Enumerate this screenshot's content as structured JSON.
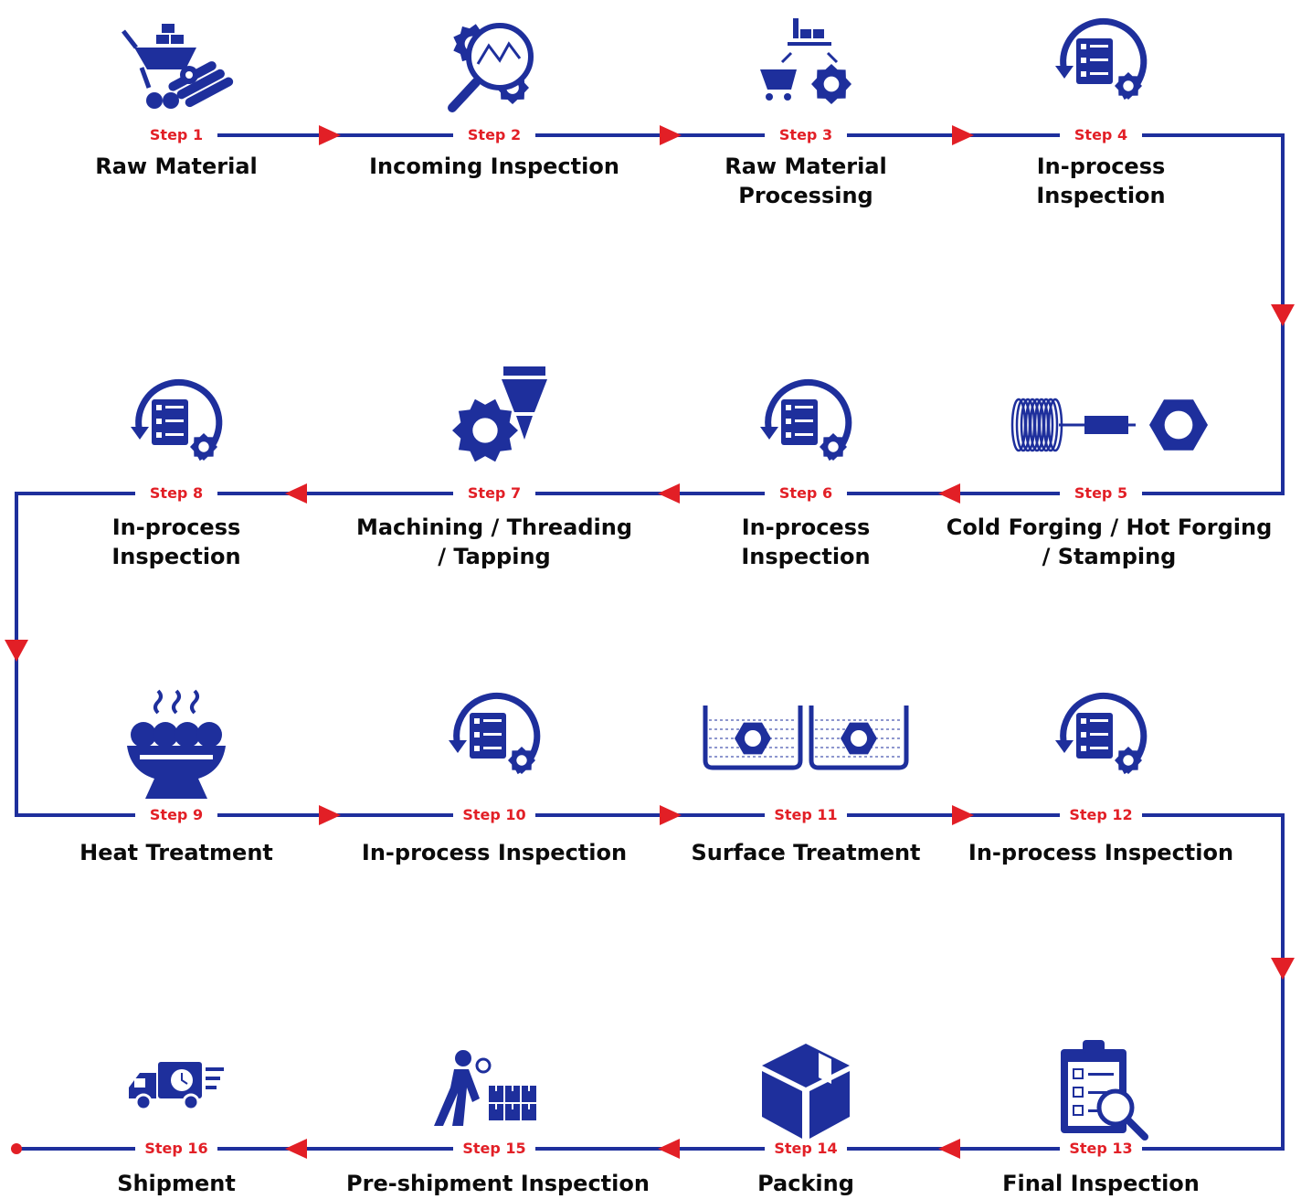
{
  "colors": {
    "icon": "#1e2f9c",
    "line": "#1e2f9c",
    "arrow": "#e21f26",
    "step_text": "#e21f26",
    "title_text": "#0b0b0b",
    "background": "#ffffff"
  },
  "steps": [
    {
      "step": "Step 1",
      "title": [
        "Raw Material"
      ],
      "icon": "wheelbarrow-icon"
    },
    {
      "step": "Step 2",
      "title": [
        "Incoming Inspection"
      ],
      "icon": "gear-magnifier-icon"
    },
    {
      "step": "Step 3",
      "title": [
        "Raw Material",
        "Processing"
      ],
      "icon": "factory-cart-gear-icon"
    },
    {
      "step": "Step 4",
      "title": [
        "In-process",
        "Inspection"
      ],
      "icon": "process-checklist-icon"
    },
    {
      "step": "Step 5",
      "title": [
        "Cold Forging / Hot Forging",
        "/ Stamping"
      ],
      "icon": "coil-to-nut-icon"
    },
    {
      "step": "Step 6",
      "title": [
        "In-process",
        "Inspection"
      ],
      "icon": "process-checklist-icon"
    },
    {
      "step": "Step 7",
      "title": [
        "Machining / Threading",
        "/ Tapping"
      ],
      "icon": "gear-drill-icon"
    },
    {
      "step": "Step 8",
      "title": [
        "In-process",
        "Inspection"
      ],
      "icon": "process-checklist-icon"
    },
    {
      "step": "Step 9",
      "title": [
        "Heat Treatment"
      ],
      "icon": "heat-bowl-icon"
    },
    {
      "step": "Step 10",
      "title": [
        "In-process Inspection"
      ],
      "icon": "process-checklist-icon"
    },
    {
      "step": "Step 11",
      "title": [
        "Surface Treatment"
      ],
      "icon": "plating-tank-icon"
    },
    {
      "step": "Step 12",
      "title": [
        "In-process Inspection"
      ],
      "icon": "process-checklist-icon"
    },
    {
      "step": "Step 13",
      "title": [
        "Final Inspection"
      ],
      "icon": "clipboard-magnifier-icon"
    },
    {
      "step": "Step 14",
      "title": [
        "Packing"
      ],
      "icon": "box-icon"
    },
    {
      "step": "Step 15",
      "title": [
        "Pre-shipment Inspection"
      ],
      "icon": "inspector-boxes-icon"
    },
    {
      "step": "Step 16",
      "title": [
        "Shipment"
      ],
      "icon": "delivery-truck-icon"
    }
  ]
}
